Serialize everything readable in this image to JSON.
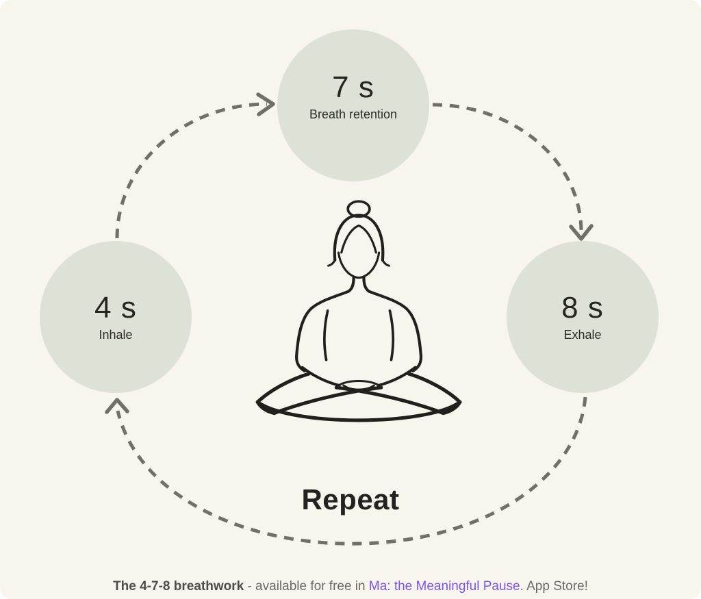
{
  "diagram": {
    "title_implicit": "4-7-8 breathing cycle",
    "nodes": [
      {
        "id": "breath-retention",
        "duration": "7 s",
        "label": "Breath retention",
        "position": "top"
      },
      {
        "id": "inhale",
        "duration": "4 s",
        "label": "Inhale",
        "position": "left"
      },
      {
        "id": "exhale",
        "duration": "8 s",
        "label": "Exhale",
        "position": "right"
      }
    ],
    "flow": [
      {
        "from": "Inhale",
        "to": "Breath retention"
      },
      {
        "from": "Breath retention",
        "to": "Exhale"
      },
      {
        "from": "Exhale",
        "to": "Inhale"
      }
    ],
    "repeat_label": "Repeat",
    "center_illustration": "person meditating in lotus pose, line art"
  },
  "footer": {
    "bold_text": "The 4-7-8 breathwork",
    "text_before_link": " - available for free in ",
    "link_text": "Ma: the Meaningful Pause",
    "text_after_link": ". App Store!"
  },
  "colors": {
    "background": "#f8f5ee",
    "circle_fill": "#dee1d5",
    "arrow": "#726e68",
    "text_dark": "#26251f",
    "footer_text": "#6e6a65",
    "footer_bold": "#4f4c49",
    "link": "#7a55ef",
    "figure_stroke": "#21201d"
  }
}
